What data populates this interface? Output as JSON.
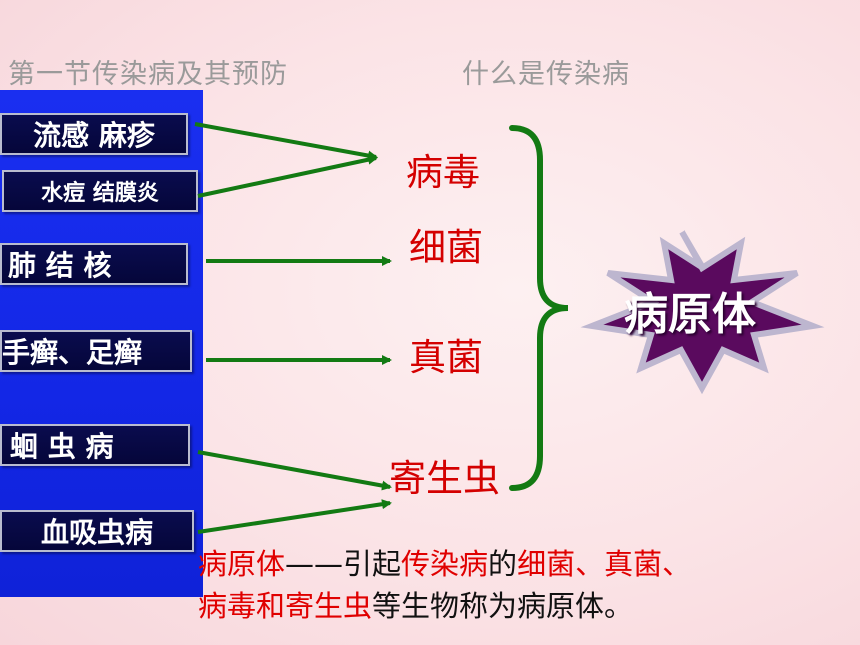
{
  "header": {
    "left": "第一节传染病及其预防",
    "right": "什么是传染病"
  },
  "diseases": [
    "流感 麻疹",
    "水痘 结膜炎",
    "肺 结 核",
    "手癣、足癣",
    "蛔 虫 病",
    "血吸虫病"
  ],
  "pathogens": [
    "病毒",
    "细菌",
    "真菌",
    "寄生虫"
  ],
  "burst_label": "病原体",
  "definition": {
    "t1": "病原体",
    "t2": "——引起",
    "t3": "传染病",
    "t4": "的",
    "t5": "细菌、真菌、",
    "t6": "病毒和寄生虫",
    "t7": "等生物称为病原体。"
  },
  "colors": {
    "panel": "#1327e6",
    "arrow": "#137a13",
    "pathogen_text": "#d40000",
    "burst": "#5a0a5e",
    "header_text": "#9a9a9a"
  }
}
